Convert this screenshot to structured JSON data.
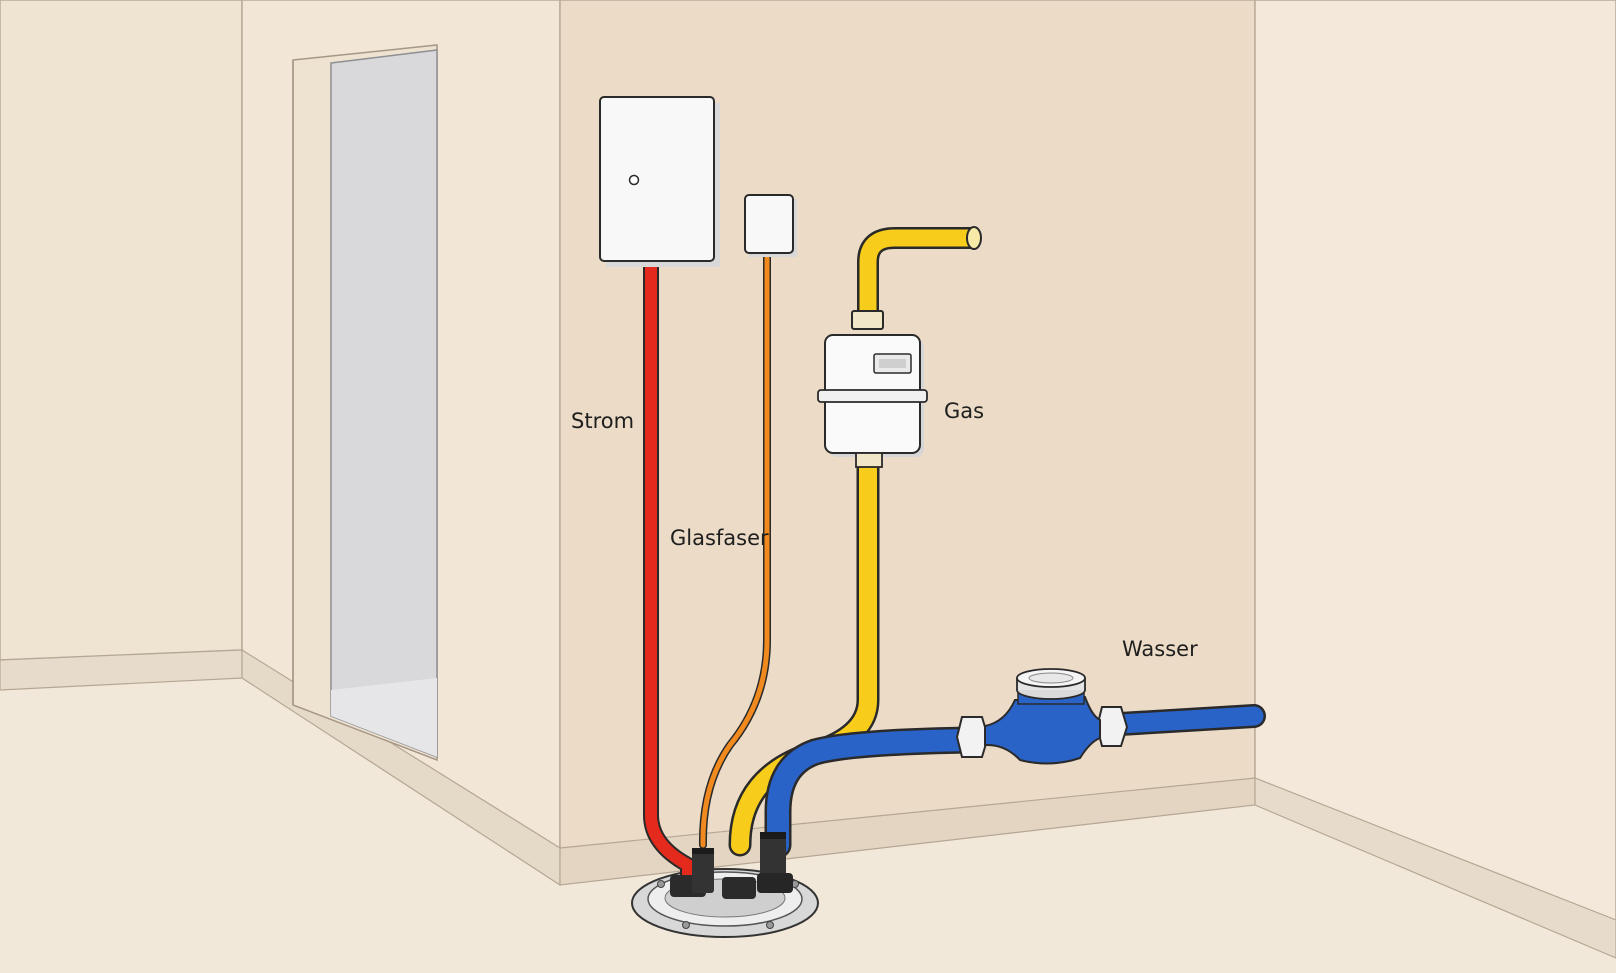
{
  "labels": {
    "strom": "Strom",
    "glasfaser": "Glasfaser",
    "gas": "Gas",
    "wasser": "Wasser"
  },
  "colors": {
    "wall": "#ecdcc7",
    "wall_left": "#f1e5d6",
    "floor": "#f2e8da",
    "strom": "#e42a1c",
    "glasfaser": "#f08a1e",
    "gas": "#f7cc1a",
    "wasser": "#2a63c8",
    "outline": "#2a2a2a"
  },
  "icons": [
    "main-distribution-box-icon",
    "fiber-termination-box-icon",
    "gas-meter-icon",
    "water-meter-icon",
    "multi-line-house-entry-icon"
  ]
}
